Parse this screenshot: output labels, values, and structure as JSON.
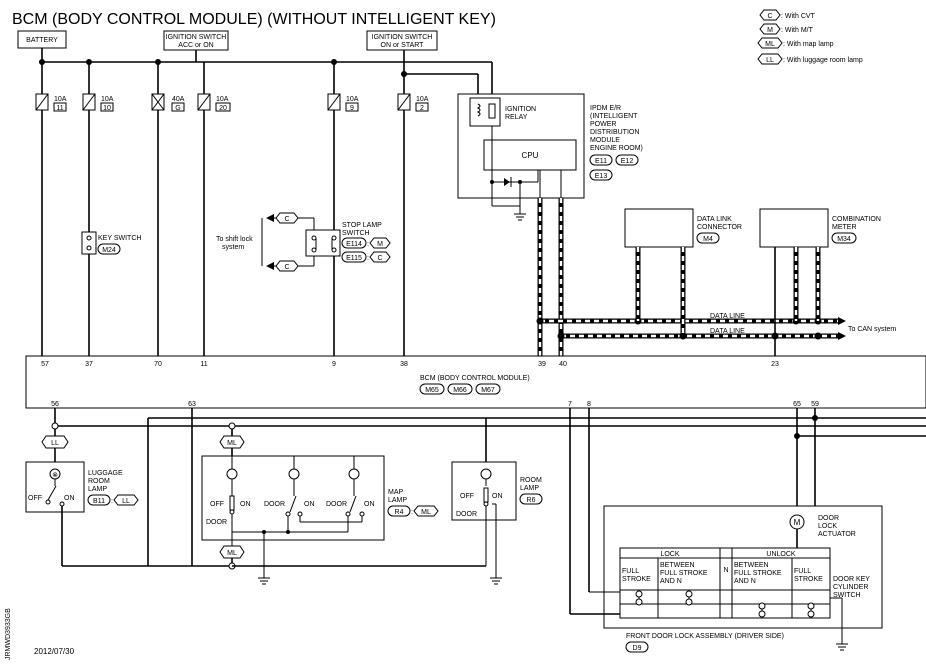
{
  "title": "BCM (BODY CONTROL MODULE) (WITHOUT INTELLIGENT KEY)",
  "date": "2012/07/30",
  "drawing_id": "JRMWD3933GB",
  "legend": [
    {
      "code": "C",
      "text": ": With CVT"
    },
    {
      "code": "M",
      "text": ": With M/T"
    },
    {
      "code": "ML",
      "text": ": With map lamp"
    },
    {
      "code": "LL",
      "text": ": With luggage room lamp"
    }
  ],
  "power": {
    "battery": "BATTERY",
    "ign_acc_1": "IGNITION SWITCH",
    "ign_acc_2": "ACC or ON",
    "ign_on_1": "IGNITION SWITCH",
    "ign_on_2": "ON or START"
  },
  "fuses": [
    {
      "amp": "10A",
      "num": "11"
    },
    {
      "amp": "10A",
      "num": "10"
    },
    {
      "amp": "40A",
      "num": "G"
    },
    {
      "amp": "10A",
      "num": "20"
    },
    {
      "amp": "10A",
      "num": "9"
    },
    {
      "amp": "10A",
      "num": "2"
    }
  ],
  "ipdm": {
    "relay_1": "IGNITION",
    "relay_2": "RELAY",
    "cpu": "CPU",
    "name_lines": [
      "IPDM E/R",
      "(INTELLIGENT",
      "POWER",
      "DISTRIBUTION",
      "MODULE",
      "ENGINE ROOM)"
    ],
    "connectors": [
      "E11",
      "E12",
      "E13"
    ]
  },
  "key_switch": {
    "label": "KEY SWITCH",
    "connector": "M24"
  },
  "stop_lamp": {
    "label_1": "STOP LAMP",
    "label_2": "SWITCH",
    "to_shift_1": "To shift lock",
    "to_shift_2": "system",
    "connectors": [
      {
        "code": "E114",
        "opt": "M"
      },
      {
        "code": "E115",
        "opt": "C"
      }
    ],
    "arrow_opt": "C"
  },
  "data_link": {
    "label_1": "DATA LINK",
    "label_2": "CONNECTOR",
    "connector": "M4"
  },
  "combination_meter": {
    "label_1": "COMBINATION",
    "label_2": "METER",
    "connector": "M34"
  },
  "data_line_label": "DATA LINE",
  "to_can": "To CAN system",
  "bcm": {
    "name": "BCM (BODY CONTROL MODULE)",
    "connectors": [
      "M65",
      "M66",
      "M67"
    ],
    "top_pins": [
      "57",
      "37",
      "70",
      "11",
      "9",
      "38",
      "39",
      "40",
      "23"
    ],
    "bottom_pins": [
      "56",
      "63",
      "7",
      "8",
      "65",
      "59"
    ]
  },
  "luggage_lamp": {
    "label_lines": [
      "LUGGAGE",
      "ROOM",
      "LAMP"
    ],
    "connector": "B11",
    "opt": "LL",
    "off": "OFF",
    "on": "ON",
    "wire_opt": "LL"
  },
  "map_lamp": {
    "label_1": "MAP",
    "label_2": "LAMP",
    "connector": "R4",
    "opt": "ML",
    "wire_opt": "ML",
    "off": "OFF",
    "on": "ON",
    "door": "DOOR"
  },
  "room_lamp": {
    "label_1": "ROOM",
    "label_2": "LAMP",
    "connector": "R6",
    "off": "OFF",
    "on": "ON",
    "door": "DOOR"
  },
  "door_lock": {
    "actuator_lines": [
      "DOOR",
      "LOCK",
      "ACTUATOR"
    ],
    "motor": "M",
    "cylinder_lines": [
      "DOOR KEY",
      "CYLINDER",
      "SWITCH"
    ],
    "lock": "LOCK",
    "unlock": "UNLOCK",
    "n": "N",
    "full_1": "FULL",
    "full_2": "STROKE",
    "between_1": "BETWEEN",
    "between_2": "FULL STROKE",
    "between_3": "AND N",
    "assembly": "FRONT DOOR LOCK ASSEMBLY (DRIVER SIDE)",
    "connector": "D9"
  }
}
